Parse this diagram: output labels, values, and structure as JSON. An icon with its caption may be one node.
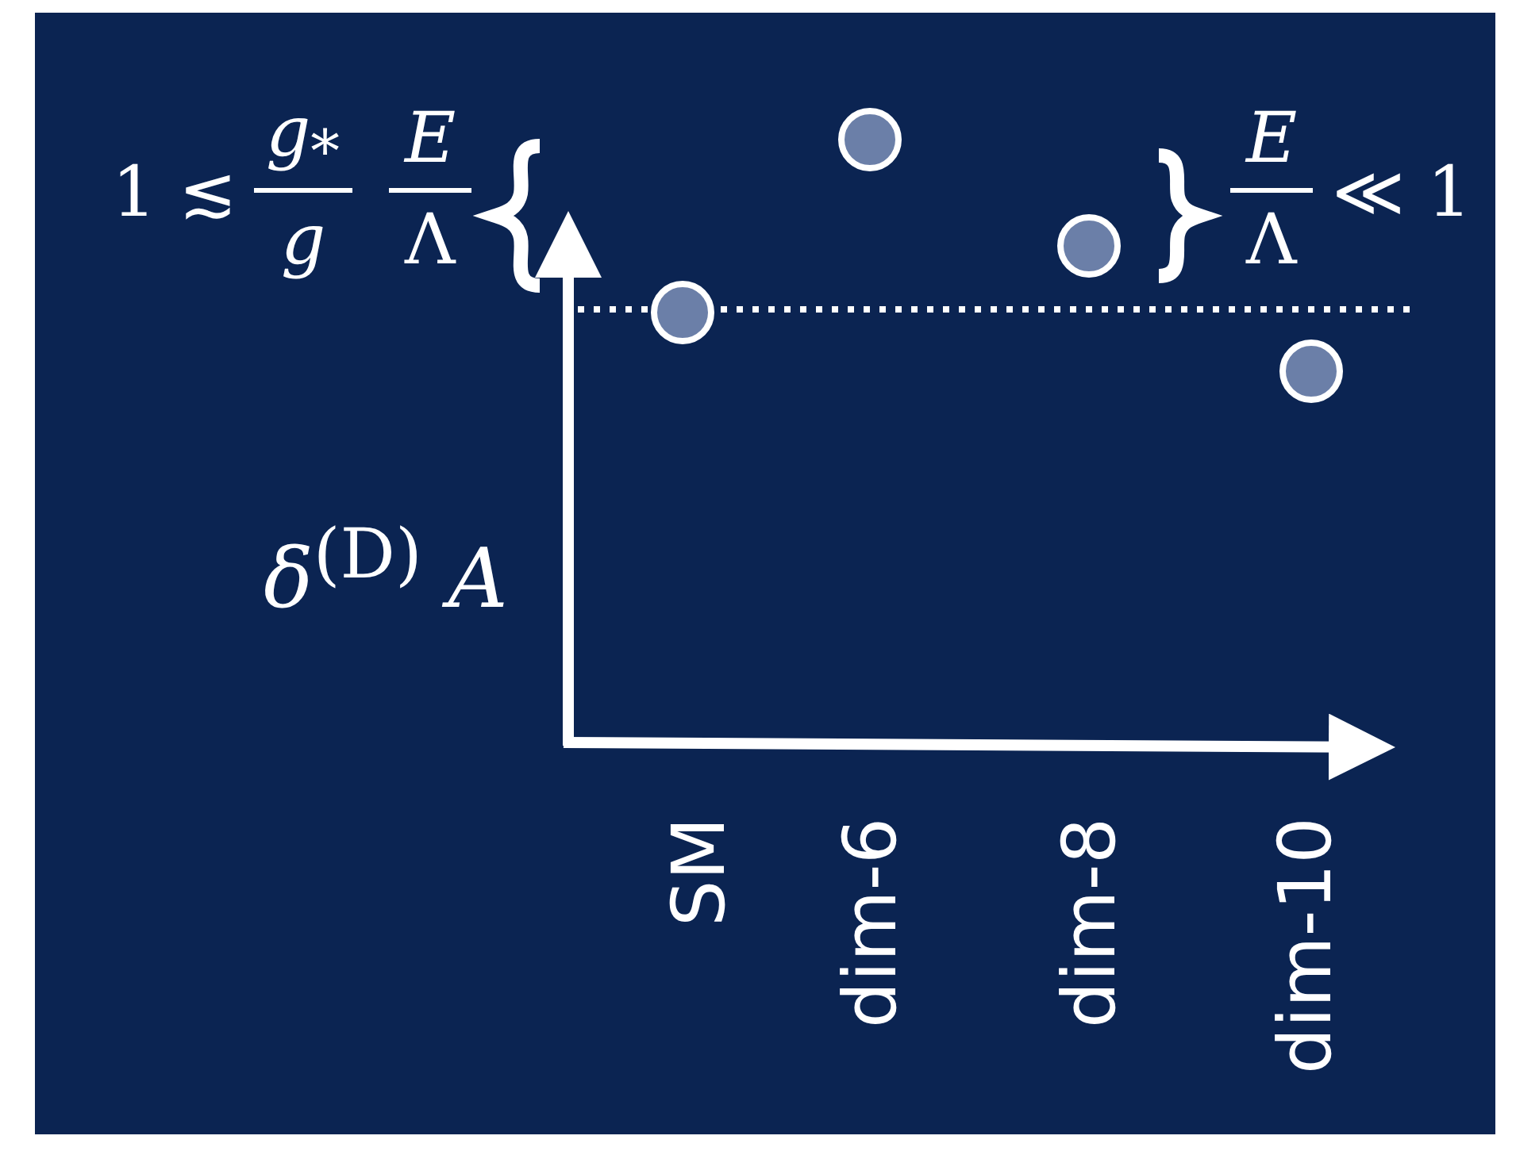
{
  "diagram": {
    "labels": [
      "1 ≲",
      "g$_{*}$",
      "g",
      "E",
      "Λ",
      "E",
      "Λ",
      "≪ 1",
      "*δ*$^{(D)}$ *A*",
      "SM",
      "dim-6",
      "dim-8",
      "dim-10"
    ]
  }
}
